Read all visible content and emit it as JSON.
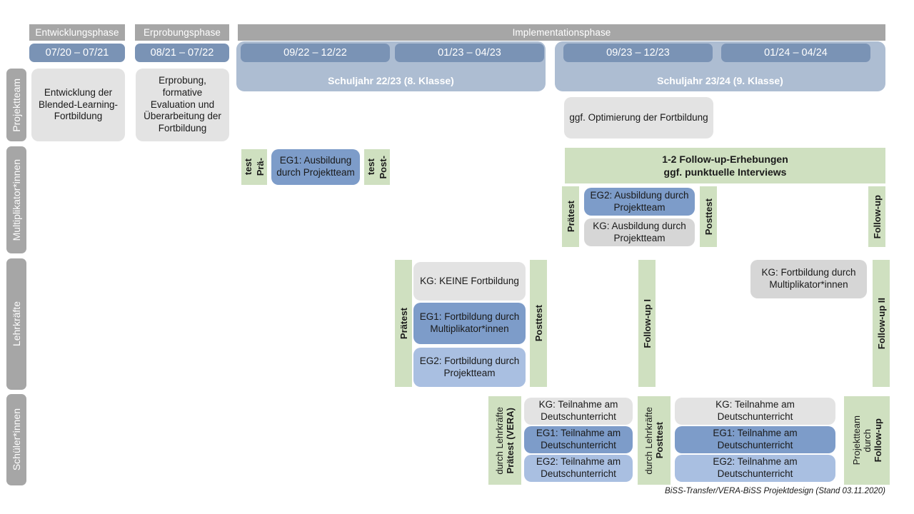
{
  "header": {
    "phases": [
      {
        "label": "Entwicklungsphase"
      },
      {
        "label": "Erprobungsphase"
      },
      {
        "label": "Implementationsphase"
      }
    ],
    "periods": [
      {
        "label": "07/20 – 07/21"
      },
      {
        "label": "08/21 – 07/22"
      },
      {
        "label": "09/22 – 12/22"
      },
      {
        "label": "01/23 – 04/23"
      },
      {
        "label": "09/23 – 12/23"
      },
      {
        "label": "01/24 – 04/24"
      }
    ],
    "school_years": [
      {
        "label": "Schuljahr 22/23 (8. Klasse)"
      },
      {
        "label": "Schuljahr 23/24 (9. Klasse)"
      }
    ]
  },
  "rails": [
    {
      "label": "Projektteam"
    },
    {
      "label": "Multiplikator*innen"
    },
    {
      "label": "Lehrkräfte"
    },
    {
      "label": "Schüler*innen"
    }
  ],
  "projektteam": {
    "entwicklung": "Entwicklung der Blended-Learning-Fortbildung",
    "erprobung": "Erprobung, formative Evaluation und Überarbeitung der Fortbildung",
    "optimierung": "ggf. Optimierung der Fortbildung"
  },
  "multiplikatoren": {
    "praetest_l1": "Prä-",
    "praetest_l2": "test",
    "eg1": "EG1: Ausbildung durch Projektteam",
    "posttest_l1": "Post-",
    "posttest_l2": "test",
    "followup_banner_l1": "1-2 Follow-up-Erhebungen",
    "followup_banner_l2": "ggf. punktuelle Interviews",
    "praetest2": "Prätest",
    "eg2": "EG2: Ausbildung durch Projektteam",
    "kg": "KG: Ausbildung durch Projektteam",
    "posttest2": "Posttest",
    "followup": "Follow-up"
  },
  "lehrkraefte": {
    "praetest": "Prätest",
    "kg": "KG:  KEINE Fortbildung",
    "eg1": "EG1: Fortbildung durch Multiplikator*innen",
    "eg2": "EG2: Fortbildung durch Projektteam",
    "posttest": "Posttest",
    "followup1": "Follow-up I",
    "kg_right": "KG: Fortbildung durch Multiplikator*innen",
    "followup2": "Follow-up II"
  },
  "schueler": {
    "praetest_bold": "Prätest (VERA)",
    "praetest_reg": "durch Lehrkräfte",
    "left": [
      {
        "label": "KG: Teilnahme am Deutschunterricht",
        "tone": "c-gray"
      },
      {
        "label": "EG1: Teilnahme am Deutschunterricht",
        "tone": "c-blue-dark"
      },
      {
        "label": "EG2: Teilnahme am Deutschunterricht",
        "tone": "c-blue-light"
      }
    ],
    "posttest_bold": "Posttest",
    "posttest_reg": "durch Lehrkräfte",
    "right": [
      {
        "label": "KG: Teilnahme am Deutschunterricht",
        "tone": "c-gray"
      },
      {
        "label": "EG1: Teilnahme am Deutschunterricht",
        "tone": "c-blue-dark"
      },
      {
        "label": "EG2: Teilnahme am Deutschunterricht",
        "tone": "c-blue-light"
      }
    ],
    "followup_bold": "Follow-up",
    "followup_reg1": "durch",
    "followup_reg2": "Projektteam"
  },
  "footer": {
    "note": "BiSS-Transfer/VERA-BiSS Projektdesign (Stand 03.11.2020)"
  },
  "colors": {
    "gray_bar": "#a6a6a6",
    "period_blue": "#7a93b5",
    "band_blue": "#adbdd2",
    "green": "#cfe0c0",
    "card_gray": "#e3e3e3",
    "blue_dark": "#7d9cc9",
    "blue_light": "#a9bfe1"
  }
}
